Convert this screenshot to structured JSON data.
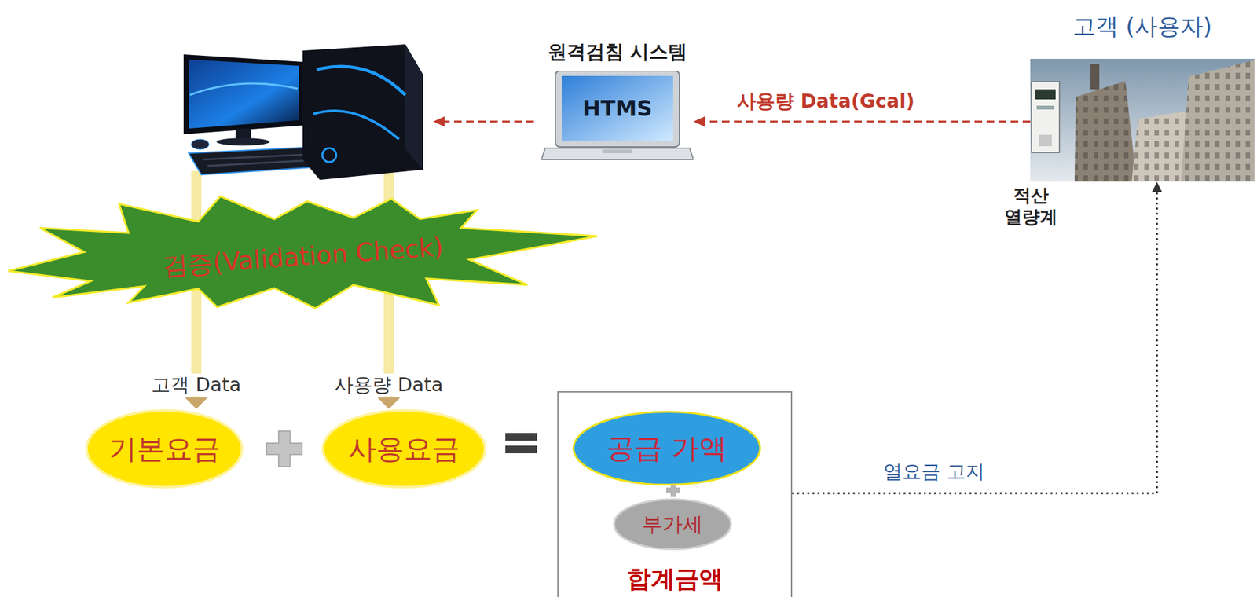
{
  "diagram": {
    "nodes": [
      {
        "text": [
          "고객 (사용자)"
        ]
      },
      {
        "text": [
          "원격검침 시스템",
          "HTMS"
        ]
      },
      {
        "text": [
          "검증(Validation Check)"
        ]
      },
      {
        "text": [
          "기본요금"
        ]
      },
      {
        "text": [
          "사용요금"
        ]
      },
      {
        "text": [
          "합계금액"
        ]
      },
      {
        "text": [
          "공급 가액"
        ],
        "in": 5
      },
      {
        "text": [
          "부가세"
        ],
        "in": 5
      }
    ],
    "edges": [
      {
        "from": 0,
        "to": 1,
        "label": "사용량 Data(Gcal)",
        "arrow": "to"
      },
      {
        "from": 2,
        "to": 3,
        "label": "고객 Data",
        "arrow": "to"
      },
      {
        "from": 2,
        "to": 4,
        "label": "사용량 Data",
        "arrow": "to"
      },
      {
        "from": 5,
        "to": 0,
        "label": "열요금 고지",
        "arrow": "to"
      }
    ],
    "labels": [
      "적산 열량계"
    ]
  }
}
